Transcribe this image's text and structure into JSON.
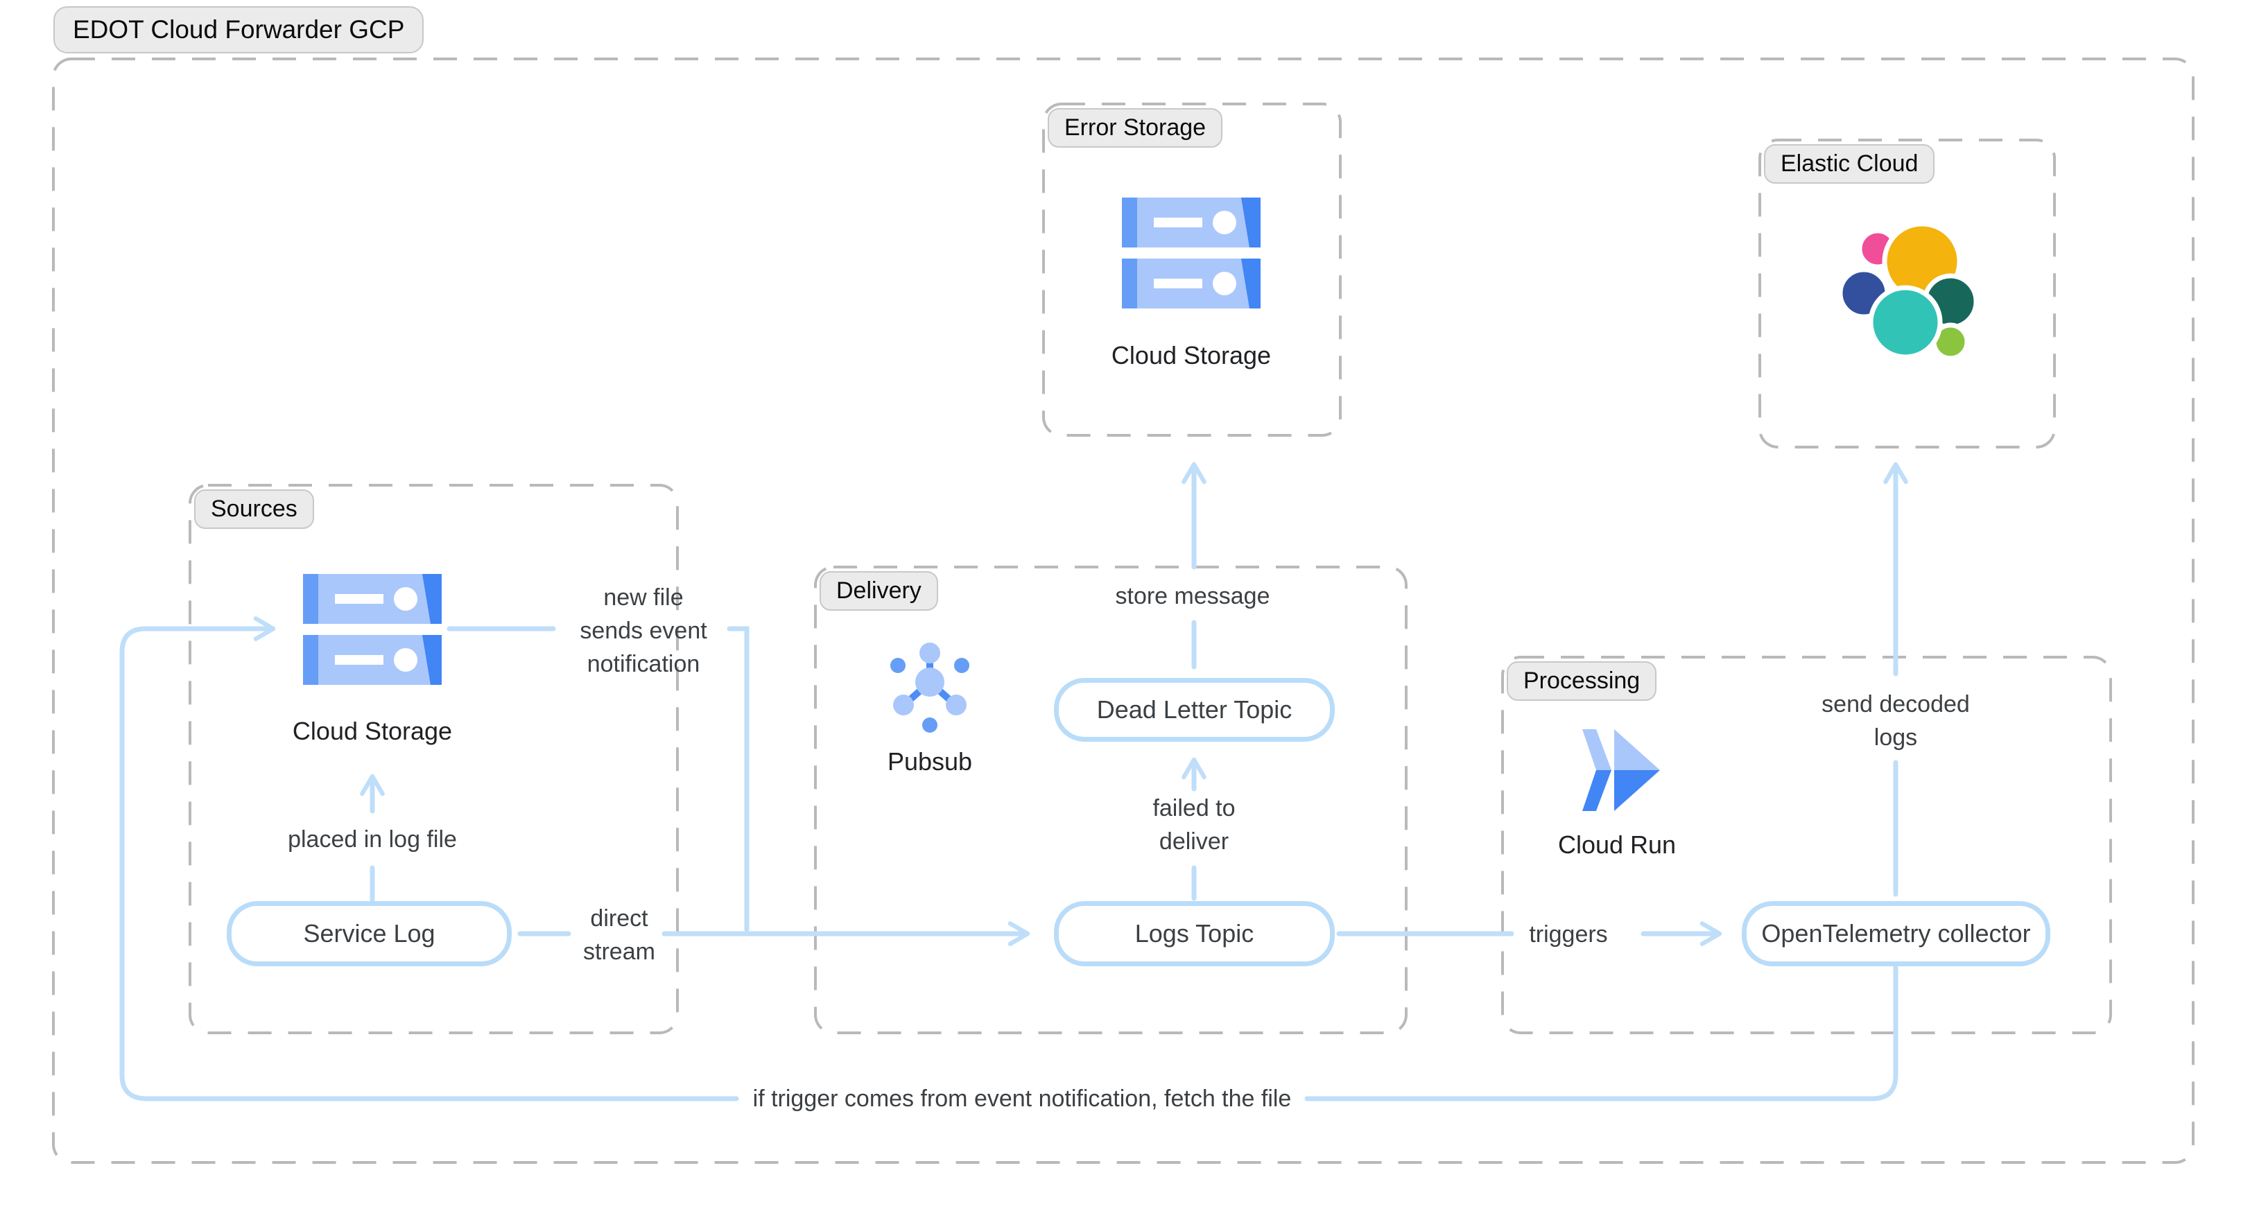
{
  "title": "EDOT Cloud Forwarder GCP",
  "groups": {
    "sources": {
      "label": "Sources"
    },
    "delivery": {
      "label": "Delivery"
    },
    "error_storage": {
      "label": "Error Storage"
    },
    "processing": {
      "label": "Processing"
    },
    "elastic_cloud": {
      "label": "Elastic Cloud"
    }
  },
  "nodes": {
    "cloud_storage_sources": {
      "label": "Cloud Storage"
    },
    "service_log": {
      "label": "Service Log"
    },
    "pubsub": {
      "label": "Pubsub"
    },
    "dead_letter_topic": {
      "label": "Dead Letter Topic"
    },
    "logs_topic": {
      "label": "Logs Topic"
    },
    "cloud_storage_error": {
      "label": "Cloud Storage"
    },
    "cloud_run": {
      "label": "Cloud Run"
    },
    "otel_collector": {
      "label": "OpenTelemetry collector"
    }
  },
  "edges": {
    "new_file_event_notification": {
      "lines": [
        "new file",
        "sends event",
        "notification"
      ]
    },
    "direct_stream": {
      "lines": [
        "direct",
        "stream"
      ]
    },
    "placed_in_log_file": {
      "lines": [
        "placed in log file"
      ]
    },
    "store_message": {
      "lines": [
        "store message"
      ]
    },
    "failed_to_deliver": {
      "lines": [
        "failed to",
        "deliver"
      ]
    },
    "triggers": {
      "lines": [
        "triggers"
      ]
    },
    "send_decoded_logs": {
      "lines": [
        "send decoded",
        "logs"
      ]
    },
    "fetch_file_note": {
      "lines": [
        "if trigger comes from event notification, fetch the file"
      ]
    }
  },
  "colors": {
    "arrow": "#bfdef9",
    "node-border": "#b9dcf9",
    "dash": "#b9b9bb",
    "pill-bg": "#ebebeb",
    "pill-border": "#c8c8ca",
    "text-dark": "#0b0b0c",
    "text-note": "#3c4043",
    "gcp-light": "#a9c7fa",
    "gcp-mid": "#669df6",
    "gcp-dark": "#4285f4",
    "elastic-pink": "#f04e98",
    "elastic-yellow": "#f4b30d",
    "elastic-navy": "#32509d",
    "elastic-teal": "#32c3b7",
    "elastic-green-dark": "#17685a",
    "elastic-green-light": "#8bc53f"
  }
}
